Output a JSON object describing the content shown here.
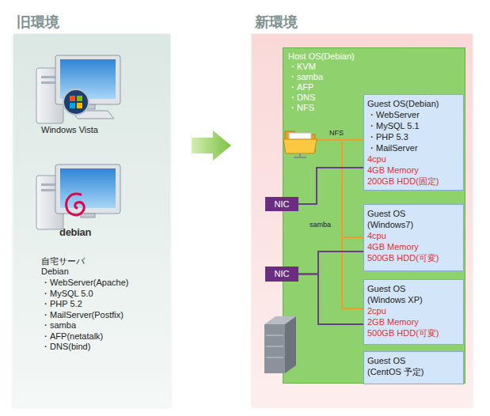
{
  "diagram": {
    "nodes": [
      {
        "text": [
          "旧環境"
        ]
      },
      {
        "text": [
          "新環境"
        ]
      },
      {
        "text": [
          "Host OS(Debian)",
          "・KVM",
          "・samba",
          "・AFP",
          "・DNS",
          "・NFS"
        ],
        "in": 1
      },
      {
        "text": [
          "Guest OS(Debian)",
          "・WebServer",
          "・MySQL 5.1",
          "・PHP 5.3",
          "・MailServer",
          "4cpu",
          "4GB Memory",
          "200GB HDD(固定)"
        ],
        "in": 2
      },
      {
        "text": [
          "NIC"
        ],
        "in": 1
      },
      {
        "text": [
          "Guest OS",
          "(Windows7)",
          "4cpu",
          "4GB Memory",
          "500GB HDD(可変)"
        ],
        "in": 2
      },
      {
        "text": [
          "NIC"
        ],
        "in": 1
      },
      {
        "text": [
          "Guest OS",
          "(Windows XP)",
          "2cpu",
          "2GB Memory",
          "500GB HDD(可変)"
        ],
        "in": 2
      },
      {
        "text": [
          "Guest OS",
          "(CentOS 予定)"
        ],
        "in": 2
      }
    ],
    "edges": [
      {
        "from": 2,
        "to": 3,
        "arrow": "none",
        "label": "NFS"
      },
      {
        "from": 2,
        "to": 5,
        "arrow": "none",
        "label": "samba"
      },
      {
        "from": 2,
        "to": 7,
        "arrow": "none"
      },
      {
        "from": 4,
        "to": 3,
        "arrow": "none"
      },
      {
        "from": 6,
        "to": 5,
        "arrow": "none"
      },
      {
        "from": 6,
        "to": 7,
        "arrow": "none"
      }
    ],
    "labels": [
      "Windows Vista",
      "debian",
      "自宅サーバ",
      "Debian",
      "・WebServer(Apache)",
      "・MySQL 5.0",
      "・PHP 5.2",
      "・MailServer(Postfix)",
      "・samba",
      "・AFP(netatalk)",
      "・DNS(bind)"
    ]
  }
}
